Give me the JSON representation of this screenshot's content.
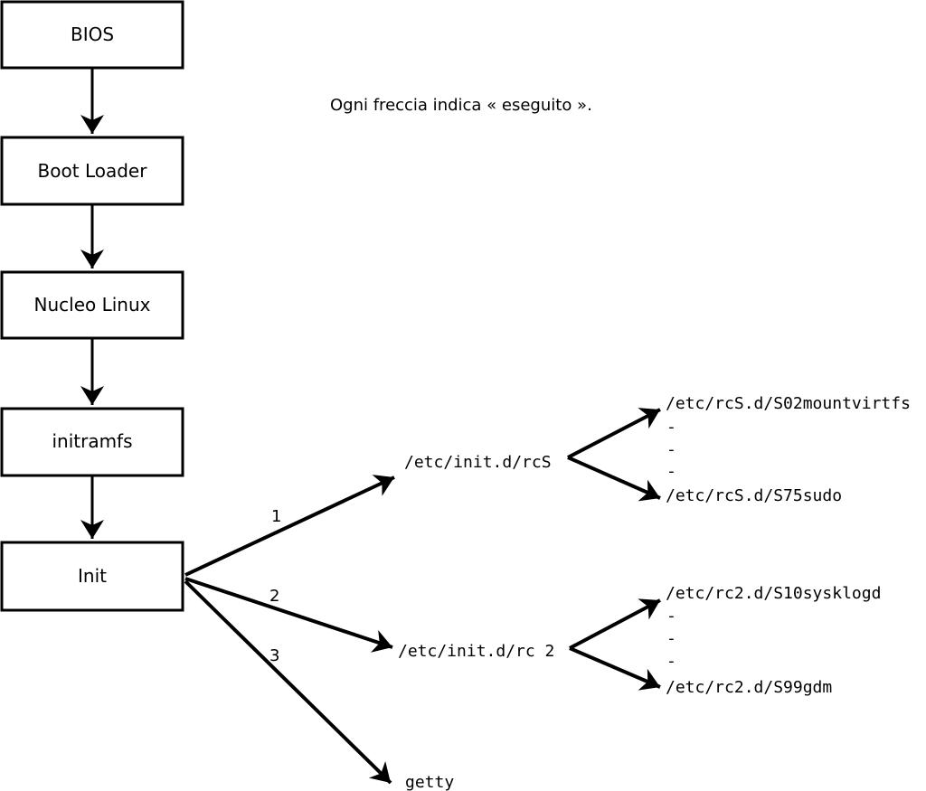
{
  "caption": "Ogni freccia indica « eseguito ».",
  "colors": {
    "stroke": "#000000",
    "background": "#ffffff",
    "box_fill": "#ffffff"
  },
  "chain": [
    {
      "label": "BIOS"
    },
    {
      "label": "Boot Loader"
    },
    {
      "label": "Nucleo Linux"
    },
    {
      "label": "initramfs"
    },
    {
      "label": "Init"
    }
  ],
  "branches": [
    {
      "order": "1",
      "target": "/etc/init.d/rcS",
      "scripts": {
        "first": "/etc/rcS.d/S02mountvirtfs",
        "ellipsis": [
          "-",
          "-",
          "-"
        ],
        "last": "/etc/rcS.d/S75sudo"
      }
    },
    {
      "order": "2",
      "target": "/etc/init.d/rc 2",
      "scripts": {
        "first": "/etc/rc2.d/S10sysklogd",
        "ellipsis": [
          "-",
          "-",
          "-"
        ],
        "last": "/etc/rc2.d/S99gdm"
      }
    },
    {
      "order": "3",
      "target": "getty"
    }
  ]
}
